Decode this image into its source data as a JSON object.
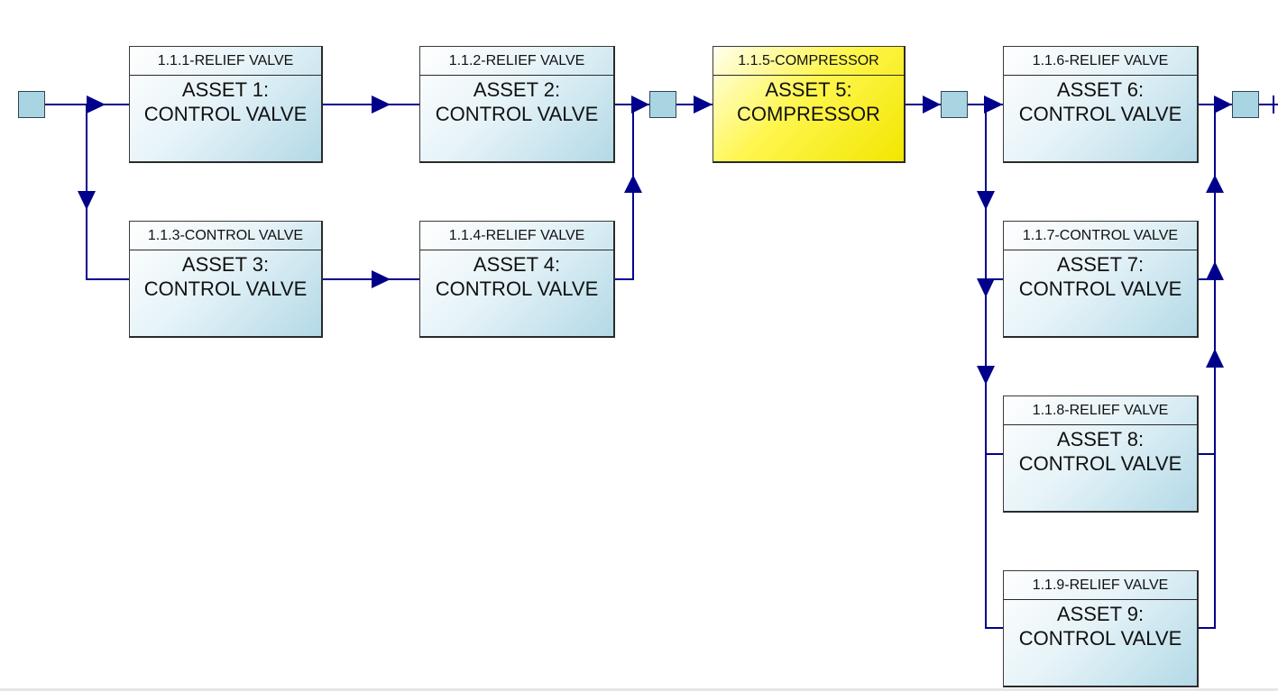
{
  "blocks": [
    {
      "id": "b1",
      "header": "1.1.1-RELIEF VALVE",
      "line1": "ASSET 1:",
      "line2": "CONTROL VALVE"
    },
    {
      "id": "b2",
      "header": "1.1.2-RELIEF VALVE",
      "line1": "ASSET 2:",
      "line2": "CONTROL VALVE"
    },
    {
      "id": "b3",
      "header": "1.1.3-CONTROL VALVE",
      "line1": "ASSET 3:",
      "line2": "CONTROL VALVE"
    },
    {
      "id": "b4",
      "header": "1.1.4-RELIEF VALVE",
      "line1": "ASSET 4:",
      "line2": "CONTROL VALVE"
    },
    {
      "id": "b5",
      "header": "1.1.5-COMPRESSOR",
      "line1": "ASSET 5:",
      "line2": "COMPRESSOR",
      "highlighted": true
    },
    {
      "id": "b6",
      "header": "1.1.6-RELIEF VALVE",
      "line1": "ASSET 6:",
      "line2": "CONTROL VALVE"
    },
    {
      "id": "b7",
      "header": "1.1.7-CONTROL VALVE",
      "line1": "ASSET 7:",
      "line2": "CONTROL VALVE"
    },
    {
      "id": "b8",
      "header": "1.1.8-RELIEF VALVE",
      "line1": "ASSET 8:",
      "line2": "CONTROL VALVE"
    },
    {
      "id": "b9",
      "header": "1.1.9-RELIEF VALVE",
      "line1": "ASSET 9:",
      "line2": "CONTROL VALVE"
    }
  ],
  "colors": {
    "connector": "#00008b",
    "block_fill": "#c7e3ee",
    "highlight_fill": "#fff200",
    "node_fill": "#a9d5e3"
  }
}
